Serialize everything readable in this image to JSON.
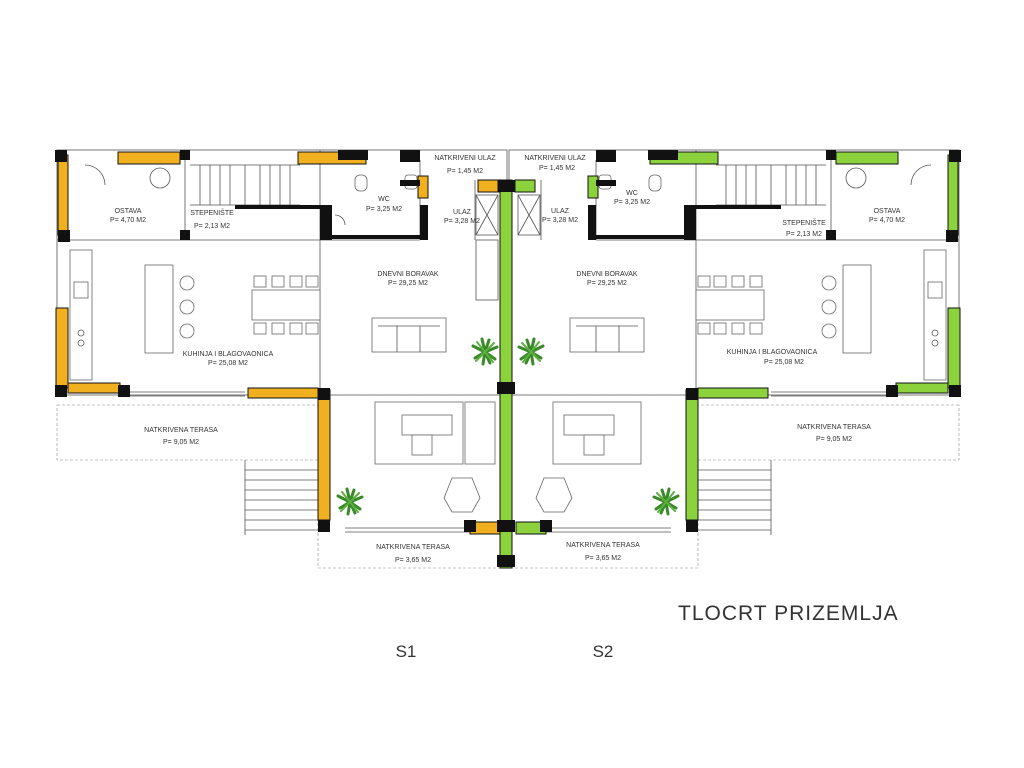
{
  "drawing": {
    "title": "TLOCRT PRIZEMLJA",
    "unit_left": "S1",
    "unit_right": "S2"
  },
  "colors": {
    "unit_s1_wall": "#f0b020",
    "unit_s2_wall": "#8cd23c",
    "structure": "#111111",
    "line": "#555555"
  },
  "rooms_s1": [
    {
      "id": "ostava",
      "name": "OSTAVA",
      "area": "P= 4,70 M2"
    },
    {
      "id": "stepeniste",
      "name": "STEPENIŠTE",
      "area": "P= 2,13 M2"
    },
    {
      "id": "wc",
      "name": "WC",
      "area": "P= 3,25 M2"
    },
    {
      "id": "natkriveni-ulaz",
      "name": "NATKRIVENI ULAZ",
      "area": "P= 1,45 M2"
    },
    {
      "id": "ulaz",
      "name": "ULAZ",
      "area": "P= 3,28 M2"
    },
    {
      "id": "dnevni-boravak",
      "name": "DNEVNI BORAVAK",
      "area": "P= 29,25 M2"
    },
    {
      "id": "kuhinja",
      "name": "KUHINJA I BLAGOVAONICA",
      "area": "P= 25,08 M2"
    },
    {
      "id": "terasa-big",
      "name": "NATKRIVENA TERASA",
      "area": "P= 9,05 M2"
    },
    {
      "id": "terasa-small",
      "name": "NATKRIVENA TERASA",
      "area": "P= 3,65 M2"
    }
  ],
  "rooms_s2": [
    {
      "id": "ostava",
      "name": "OSTAVA",
      "area": "P= 4,70 M2"
    },
    {
      "id": "stepeniste",
      "name": "STEPENIŠTE",
      "area": "P= 2,13 M2"
    },
    {
      "id": "wc",
      "name": "WC",
      "area": "P= 3,25 M2"
    },
    {
      "id": "natkriveni-ulaz",
      "name": "NATKRIVENI ULAZ",
      "area": "P= 1,45 M2"
    },
    {
      "id": "ulaz",
      "name": "ULAZ",
      "area": "P= 3,28 M2"
    },
    {
      "id": "dnevni-boravak",
      "name": "DNEVNI BORAVAK",
      "area": "P= 29,25 M2"
    },
    {
      "id": "kuhinja",
      "name": "KUHINJA I BLAGOVAONICA",
      "area": "P= 25,08 M2"
    },
    {
      "id": "terasa-big",
      "name": "NATKRIVENA TERASA",
      "area": "P= 9,05 M2"
    },
    {
      "id": "terasa-small",
      "name": "NATKRIVENA TERASA",
      "area": "P= 3,65 M2"
    }
  ]
}
